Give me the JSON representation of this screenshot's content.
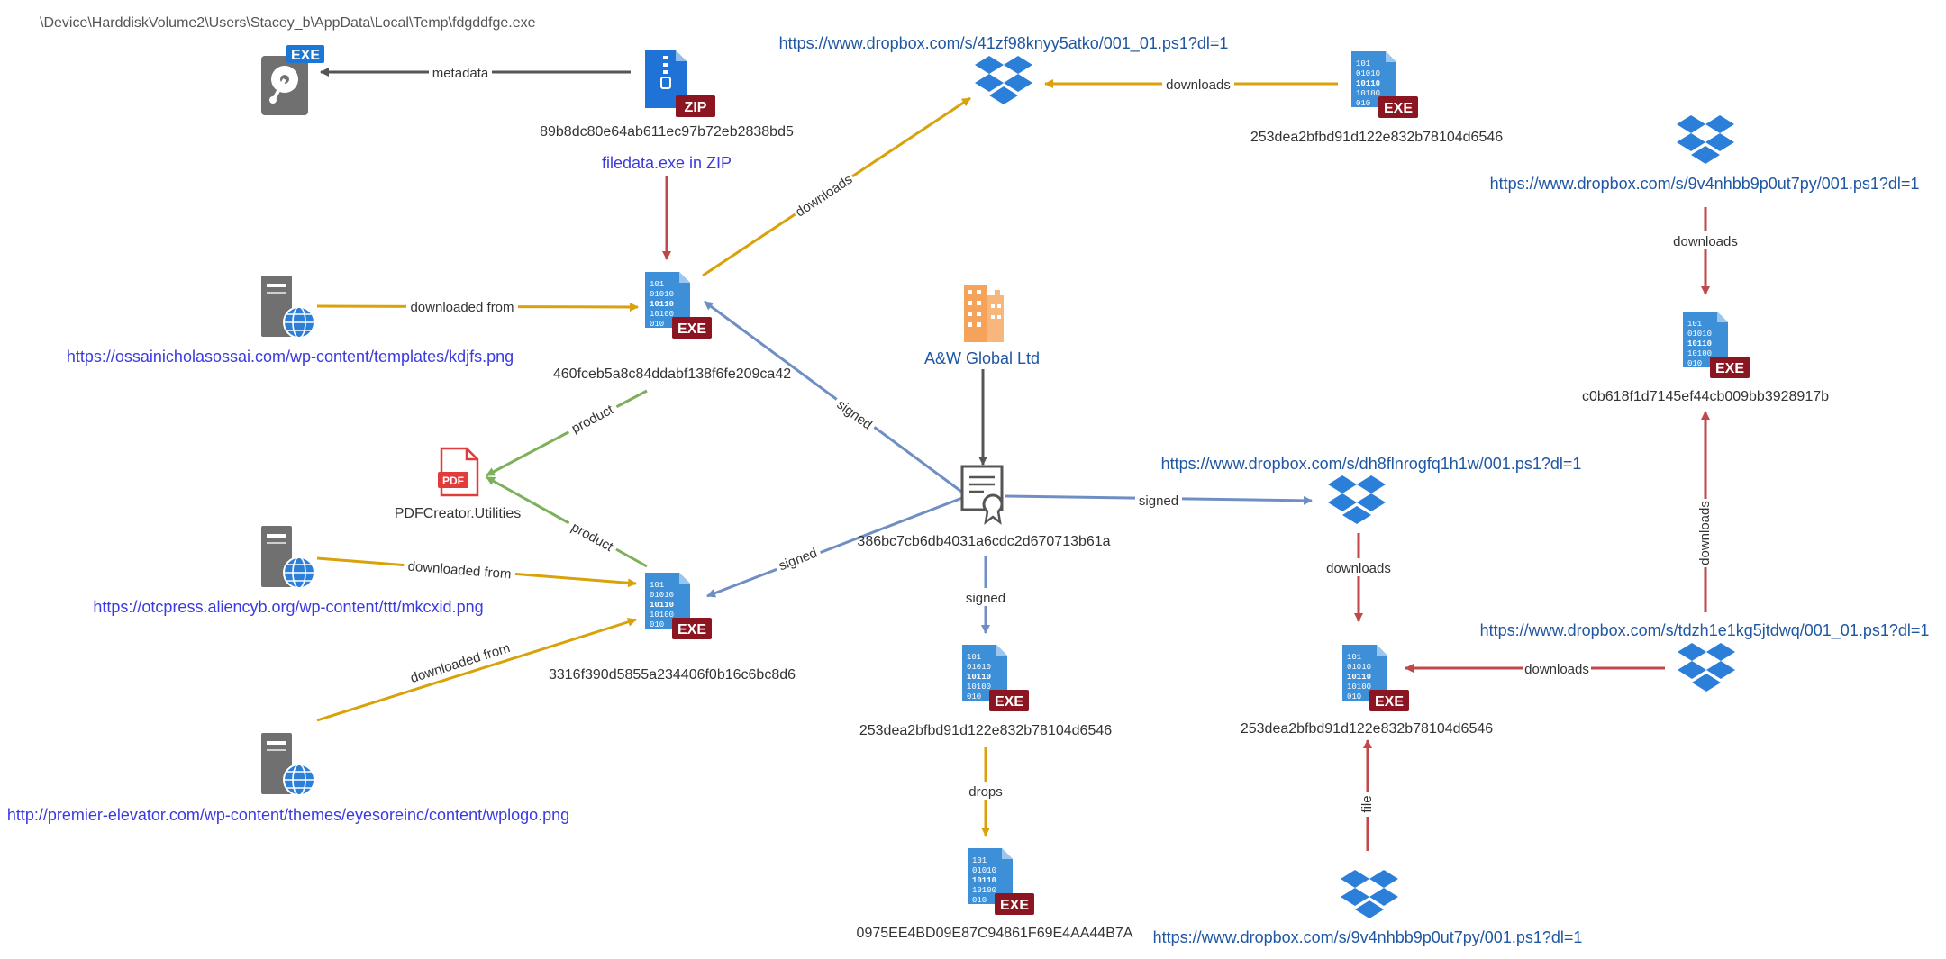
{
  "colors": {
    "gray_edge": "#555555",
    "gold_edge": "#d9a20a",
    "blue_edge": "#6f8fc4",
    "green_edge": "#7db05a",
    "red_edge": "#c0474a",
    "exe_badge": "#8b1520",
    "zip_badge": "#8b1520",
    "doc_blue": "#3d8fd8",
    "dropbox_blue": "#2b7fd9",
    "server_gray": "#707070",
    "org_orange": "#f5a25a"
  },
  "nodes": {
    "exe_path": {
      "label": "\\Device\\HarddiskVolume2\\Users\\Stacey_b\\AppData\\Local\\Temp\\fdgddfge.exe",
      "badge": "EXE",
      "icon": "hard-disk-icon"
    },
    "zip_file": {
      "label": "89b8dc80e64ab611ec97b72eb2838bd5",
      "badge": "ZIP",
      "icon": "zip-file-icon"
    },
    "zip_note": {
      "label": "filedata.exe in ZIP"
    },
    "dropbox_1": {
      "label": "https://www.dropbox.com/s/41zf98knyy5atko/001_01.ps1?dl=1",
      "icon": "dropbox-icon"
    },
    "exe_253_top": {
      "label": "253dea2bfbd91d122e832b78104d6546",
      "badge": "EXE",
      "icon": "binary-file-icon"
    },
    "dropbox_2": {
      "label": "https://www.dropbox.com/s/9v4nhbb9p0ut7py/001.ps1?dl=1",
      "icon": "dropbox-icon"
    },
    "server_1": {
      "label": "https://ossainicholasossai.com/wp-content/templates/kdjfs.png",
      "icon": "web-server-icon"
    },
    "exe_460": {
      "label": "460fceb5a8c84ddabf138f6fe209ca42",
      "badge": "EXE",
      "icon": "binary-file-icon"
    },
    "org": {
      "label": "A&W Global Ltd",
      "icon": "building-icon"
    },
    "exe_c0b": {
      "label": "c0b618f1d7145ef44cb009bb3928917b",
      "badge": "EXE",
      "icon": "binary-file-icon"
    },
    "pdf_product": {
      "label": "PDFCreator.Utilities",
      "badge": "PDF",
      "icon": "pdf-file-icon"
    },
    "cert": {
      "label": "386bc7cb6db4031a6cdc2d670713b61a",
      "icon": "certificate-icon"
    },
    "dropbox_3": {
      "label": "https://www.dropbox.com/s/dh8flnrogfq1h1w/001.ps1?dl=1",
      "icon": "dropbox-icon"
    },
    "server_2": {
      "label": "https://otcpress.aliencyb.org/wp-content/ttt/mkcxid.png",
      "icon": "web-server-icon"
    },
    "exe_3316": {
      "label": "3316f390d5855a234406f0b16c6bc8d6",
      "badge": "EXE",
      "icon": "binary-file-icon"
    },
    "dropbox_4": {
      "label": "https://www.dropbox.com/s/tdzh1e1kg5jtdwq/001_01.ps1?dl=1",
      "icon": "dropbox-icon"
    },
    "exe_253_mid": {
      "label": "253dea2bfbd91d122e832b78104d6546",
      "badge": "EXE",
      "icon": "binary-file-icon"
    },
    "exe_253_right": {
      "label": "253dea2bfbd91d122e832b78104d6546",
      "badge": "EXE",
      "icon": "binary-file-icon"
    },
    "server_3": {
      "label": "http://premier-elevator.com/wp-content/themes/eyesoreinc/content/wplogo.png",
      "icon": "web-server-icon"
    },
    "exe_0975": {
      "label": "0975EE4BD09E87C94861F69E4AA44B7A",
      "badge": "EXE",
      "icon": "binary-file-icon"
    },
    "dropbox_5": {
      "label": "https://www.dropbox.com/s/9v4nhbb9p0ut7py/001.ps1?dl=1",
      "icon": "dropbox-icon"
    }
  },
  "edges": {
    "metadata": "metadata",
    "downloads_top": "downloads",
    "downloads_diag": "downloads",
    "downloaded_from_1": "downloaded from",
    "downloads_right_top": "downloads",
    "signed_460": "signed",
    "product_460": "product",
    "product_3316": "product",
    "signed_3316": "signed",
    "signed_right": "signed",
    "signed_down": "signed",
    "downloads_db3": "downloads",
    "downloads_c0b": "downloads",
    "downloaded_from_2": "downloaded from",
    "downloaded_from_3": "downloaded from",
    "downloads_db4": "downloads",
    "drops": "drops",
    "file": "file"
  }
}
